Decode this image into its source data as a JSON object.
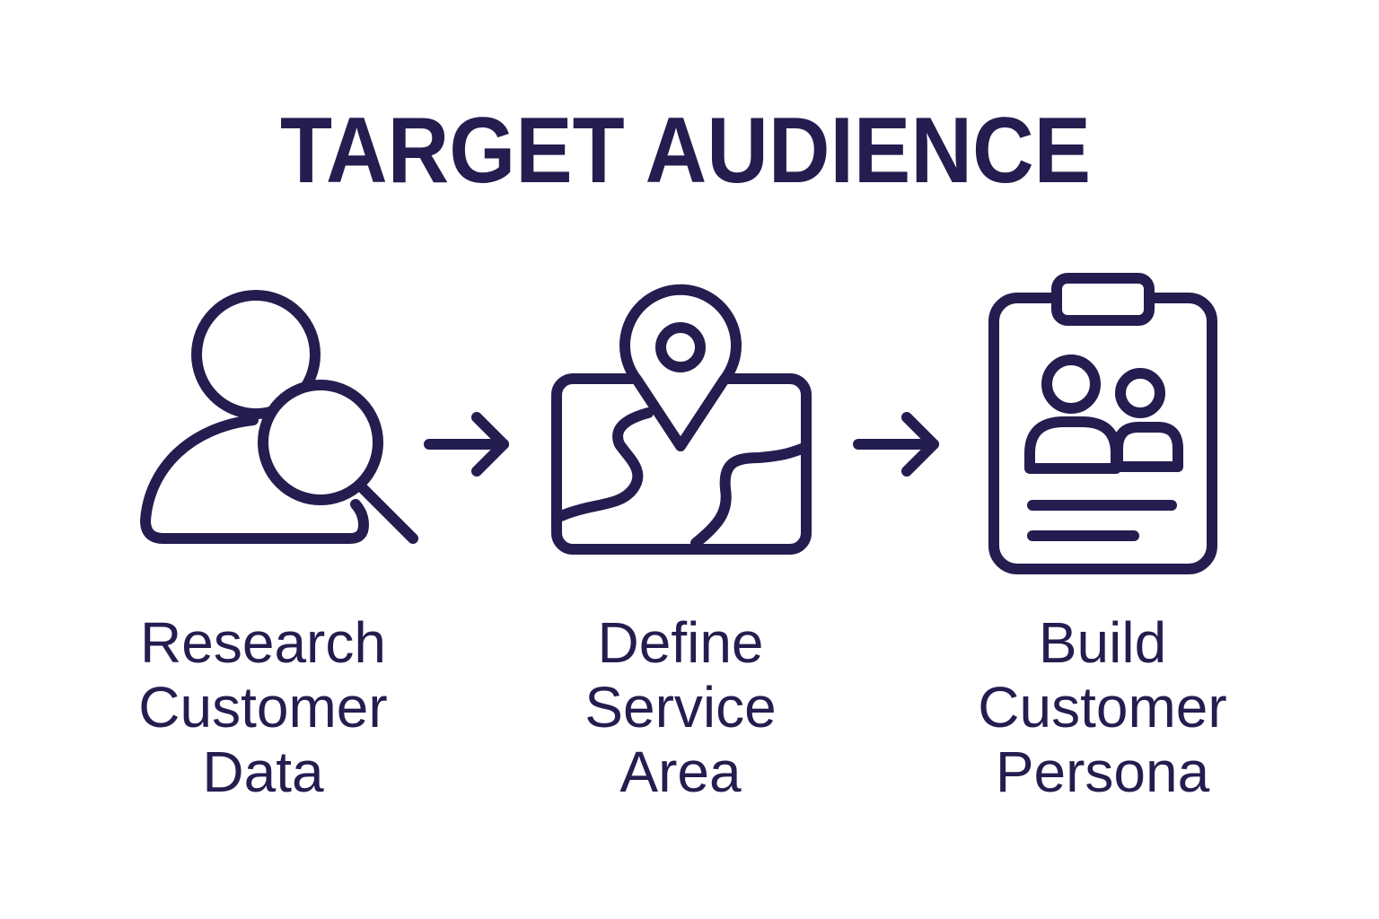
{
  "title": "TARGET AUDIENCE",
  "colors": {
    "ink": "#241d4f",
    "background": "#ffffff"
  },
  "steps": [
    {
      "icon": "user-search-icon",
      "lines": [
        "Research",
        "Customer",
        "Data"
      ]
    },
    {
      "icon": "map-pin-icon",
      "lines": [
        "Define",
        "Service",
        "Area"
      ]
    },
    {
      "icon": "persona-clipboard-icon",
      "lines": [
        "Build",
        "Customer",
        "Persona"
      ]
    }
  ],
  "connectors": [
    "arrow-right-icon",
    "arrow-right-icon"
  ]
}
